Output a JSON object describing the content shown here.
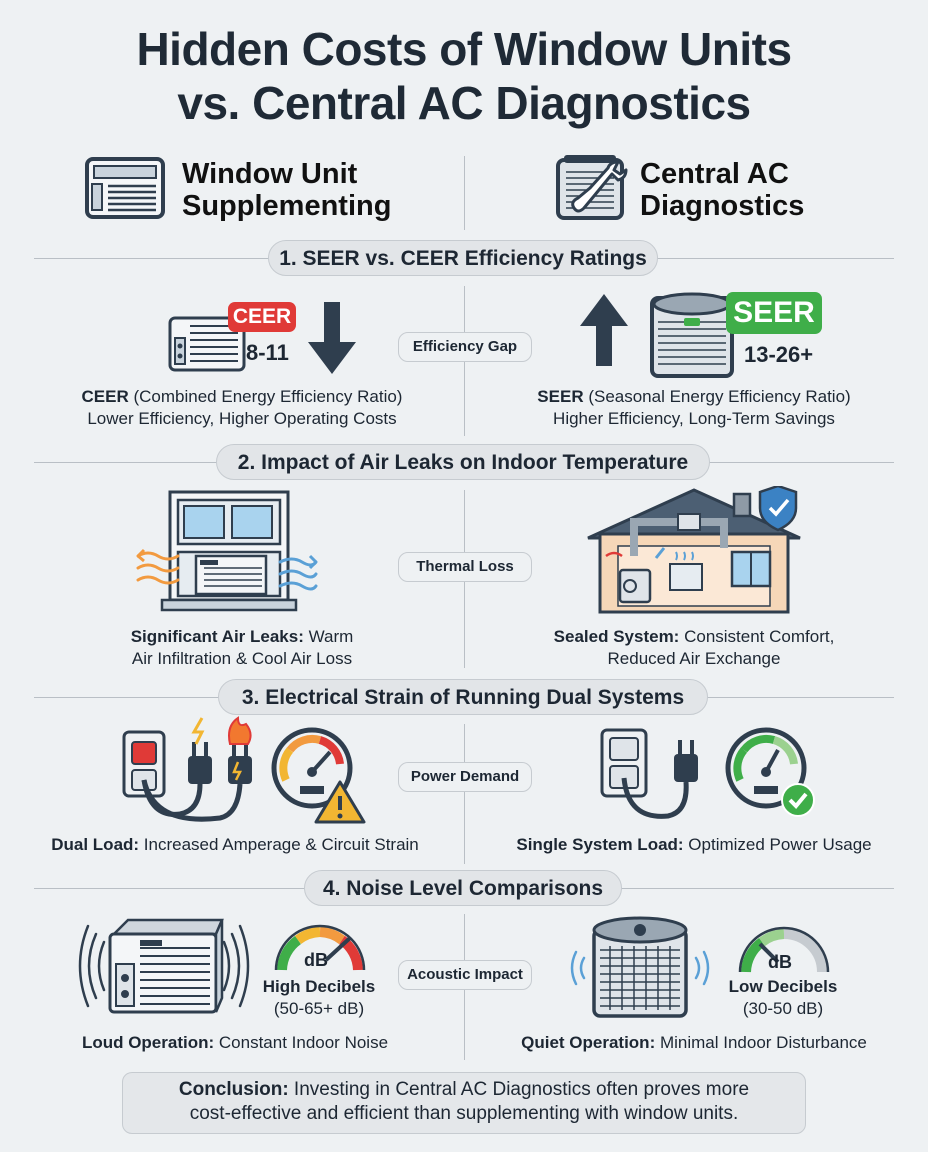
{
  "title": {
    "line1": "Hidden Costs of Window Units",
    "line2": "vs. Central AC Diagnostics"
  },
  "columns": {
    "left": {
      "line1": "Window Unit",
      "line2": "Supplementing",
      "icon": "window-ac-icon"
    },
    "right": {
      "line1": "Central AC",
      "line2": "Diagnostics",
      "icon": "condenser-wrench-icon"
    }
  },
  "sections": [
    {
      "heading": "1. SEER vs. CEER Efficiency Ratings",
      "middle": "Efficiency Gap",
      "left": {
        "badge": "CEER",
        "badge_color": "#e03a37",
        "range": "8-11",
        "bold": "CEER",
        "rest": " (Combined Energy Efficiency Ratio)",
        "line2": "Lower Efficiency, Higher Operating Costs"
      },
      "right": {
        "badge": "SEER",
        "badge_color": "#3fae49",
        "range": "13-26+",
        "bold": "SEER",
        "rest": " (Seasonal Energy Efficiency Ratio)",
        "line2": "Higher Efficiency, Long-Term Savings"
      }
    },
    {
      "heading": "2. Impact of Air Leaks on Indoor Temperature",
      "middle": "Thermal Loss",
      "left": {
        "bold": "Significant Air Leaks:",
        "rest": " Warm",
        "line2": "Air Infiltration & Cool Air Loss"
      },
      "right": {
        "bold": "Sealed System:",
        "rest": " Consistent Comfort,",
        "line2": "Reduced Air Exchange"
      }
    },
    {
      "heading": "3. Electrical Strain of Running Dual Systems",
      "middle": "Power Demand",
      "left": {
        "bold": "Dual Load:",
        "rest": " Increased Amperage & Circuit Strain"
      },
      "right": {
        "bold": "Single System Load:",
        "rest": " Optimized Power Usage"
      }
    },
    {
      "heading": "4. Noise Level Comparisons",
      "middle": "Acoustic Impact",
      "left": {
        "gauge_unit": "dB",
        "level": "High Decibels",
        "range": "(50-65+ dB)",
        "bold": "Loud Operation:",
        "rest": " Constant Indoor Noise"
      },
      "right": {
        "gauge_unit": "dB",
        "level": "Low Decibels",
        "range": "(30-50 dB)",
        "bold": "Quiet Operation:",
        "rest": " Minimal Indoor Disturbance"
      }
    }
  ],
  "conclusion": {
    "bold": "Conclusion:",
    "rest": " Investing in Central AC Diagnostics often proves more",
    "line2": "cost-effective and efficient than supplementing with window units."
  },
  "colors": {
    "navy": "#2f3e4e",
    "red": "#e03a37",
    "green": "#3fae49",
    "orange": "#f29a3f",
    "blue": "#5aa0d6"
  }
}
